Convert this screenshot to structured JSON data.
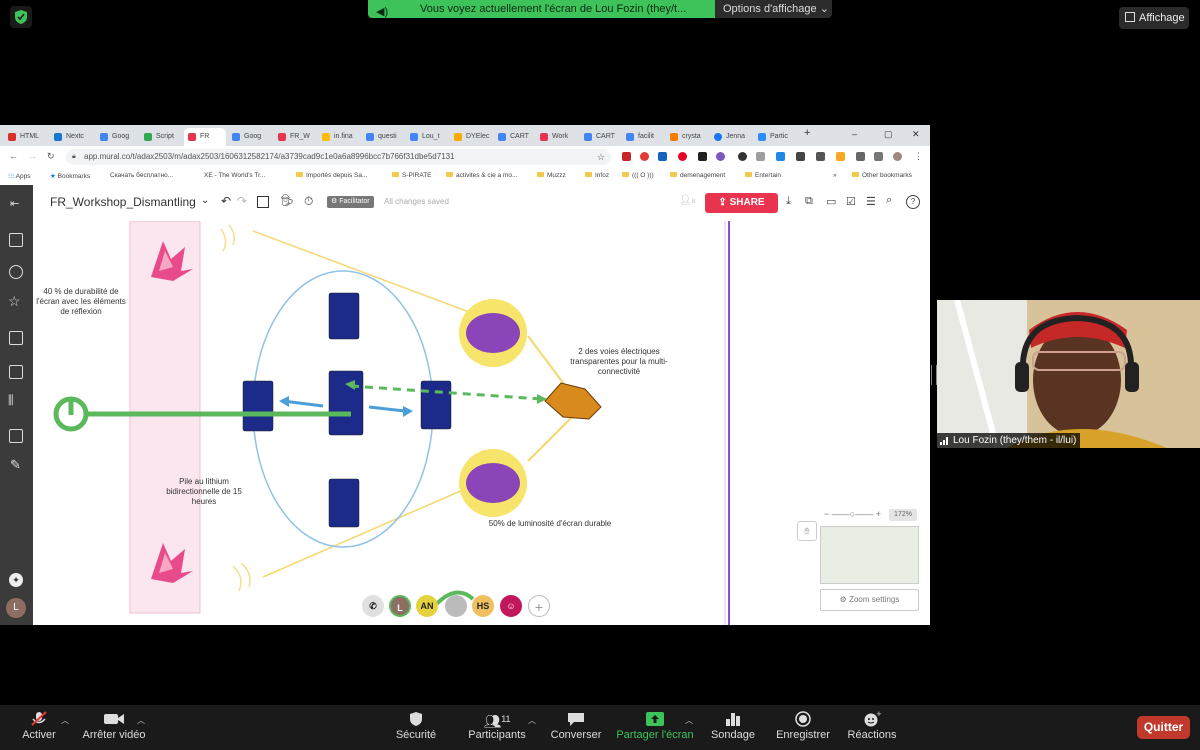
{
  "top_bar": {
    "share_notice": "Vous voyez actuellement l'écran de Lou Fozin (they/t...",
    "view_options": "Options d'affichage",
    "display_button": "Affichage"
  },
  "browser": {
    "tabs": [
      "HTML",
      "Nextc",
      "Goog",
      "Script",
      "FR",
      "Goog",
      "FR_W",
      "in.fina",
      "questi",
      "Lou_t",
      "DYElec",
      "CART",
      "Work",
      "CART",
      "facilit",
      "crysta",
      "Jenna",
      "Partic"
    ],
    "url": "app.mural.co/t/adax2503/m/adax2503/1606312582174/a3739cad9c1e0a6a8996bcc7b766f31dbe5d7131",
    "bookmarks": [
      "Apps",
      "Bookmarks",
      "Скачать бесплатно...",
      "XE - The World's Tr...",
      "Importés depuis Sa...",
      "S-PIRATE",
      "activites & cie a mo...",
      "Muzzz",
      "Infoz",
      "((( O )))",
      "demenagement",
      "Entertain",
      "Other bookmarks"
    ],
    "bookmarks_more": "»"
  },
  "mural": {
    "title": "FR_Workshop_Dismantling",
    "facilitator": "Facilitator",
    "saved": "All changes saved",
    "share": "SHARE",
    "user_count": "8",
    "zoom_level": "172%",
    "zoom_settings": "Zoom settings"
  },
  "canvas": {
    "label_reflection": "40 % de durabilité de l'écran avec les éléments de réflexion",
    "label_battery": "Pile au lithium bidirectionnelle de 15 heures",
    "label_voices": "2 des voies électriques transparentes pour la multi-connectivité",
    "label_brightness": "50% de luminosité d'écran durable",
    "avatars": [
      "L",
      "AN",
      "HS"
    ]
  },
  "video": {
    "participant_name": "Lou Fozin (they/them - il/lui)"
  },
  "toolbar": {
    "mute": "Activer",
    "video": "Arrêter vidéo",
    "security": "Sécurité",
    "participants": "Participants",
    "participant_count": "11",
    "chat": "Converser",
    "share": "Partager l'écran",
    "polls": "Sondage",
    "record": "Enregistrer",
    "reactions": "Réactions",
    "quit": "Quitter"
  },
  "colors": {
    "share_green": "#3ec35a",
    "mural_share_red": "#e8344e",
    "quit_red": "#c0392b",
    "purple_divider": "#8a4fd3"
  }
}
